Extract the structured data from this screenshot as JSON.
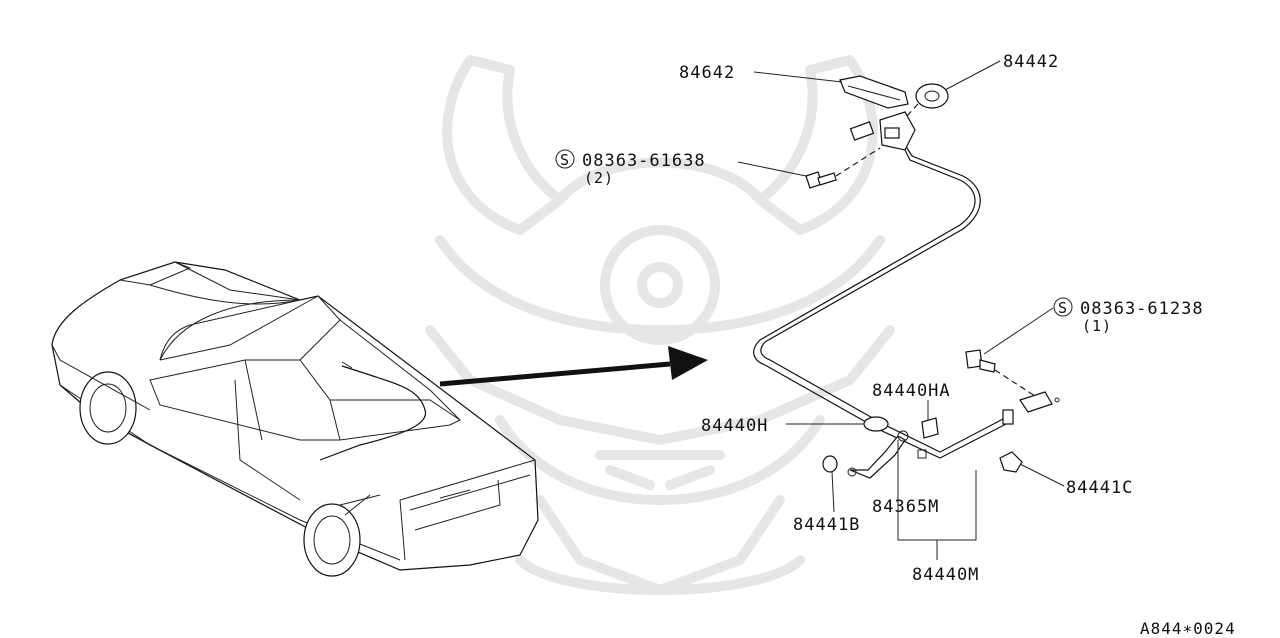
{
  "diagram": {
    "parts": [
      {
        "key": "p84642",
        "number": "84642"
      },
      {
        "key": "p84442",
        "number": "84442"
      },
      {
        "key": "s1",
        "symbol": "S",
        "number": "08363-61638",
        "qty": "(2)"
      },
      {
        "key": "s2",
        "symbol": "S",
        "number": "08363-61238",
        "qty": "(1)"
      },
      {
        "key": "p84440HA",
        "number": "84440HA"
      },
      {
        "key": "p84440H",
        "number": "84440H"
      },
      {
        "key": "p84441C",
        "number": "84441C"
      },
      {
        "key": "p84365M",
        "number": "84365M"
      },
      {
        "key": "p84441B",
        "number": "84441B"
      },
      {
        "key": "p84440M",
        "number": "84440M"
      }
    ],
    "reference_code": "A844∗0024"
  }
}
